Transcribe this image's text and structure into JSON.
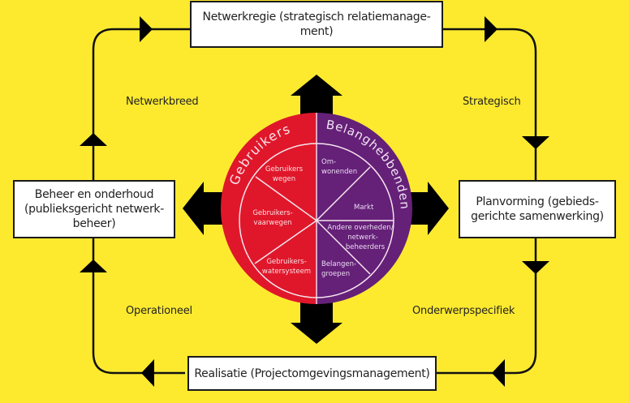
{
  "colors": {
    "background": "#fdea2f",
    "gebruikers": "#e0172a",
    "belanghebbenden": "#652078",
    "arrow": "#000000",
    "box_border": "#1a1a1a"
  },
  "boxes": {
    "top": "Netwerkregie (strategisch relatiemanage-ment)",
    "top_line1": "Netwerkregie (strategisch relatiemanage-",
    "top_line2": "ment)",
    "left_line1": "Beheer en onderhoud",
    "left_line2": "(publieksgericht netwerk-",
    "left_line3": "beheer)",
    "right_line1": "Planvorming (gebieds-",
    "right_line2": "gerichte samenwerking)",
    "bottom": "Realisatie (Projectomgevingsmanagement)"
  },
  "quadrant_labels": {
    "top_left": "Netwerkbreed",
    "top_right": "Strategisch",
    "bottom_left": "Operationeel",
    "bottom_right": "Onderwerpspecifiek"
  },
  "circle": {
    "left_title": "Gebruikers",
    "right_title": "Belanghebbenden",
    "left_segments": [
      [
        "Gebruikers",
        "wegen"
      ],
      [
        "Gebruikers-",
        "vaarwegen"
      ],
      [
        "Gebruikers-",
        "watersysteem"
      ]
    ],
    "right_segments": [
      [
        "Om-",
        "wonenden"
      ],
      [
        "Markt"
      ],
      [
        "Andere overheden/",
        "netwerk-",
        "beheerders"
      ],
      [
        "Belangen-",
        "groepen"
      ]
    ]
  }
}
